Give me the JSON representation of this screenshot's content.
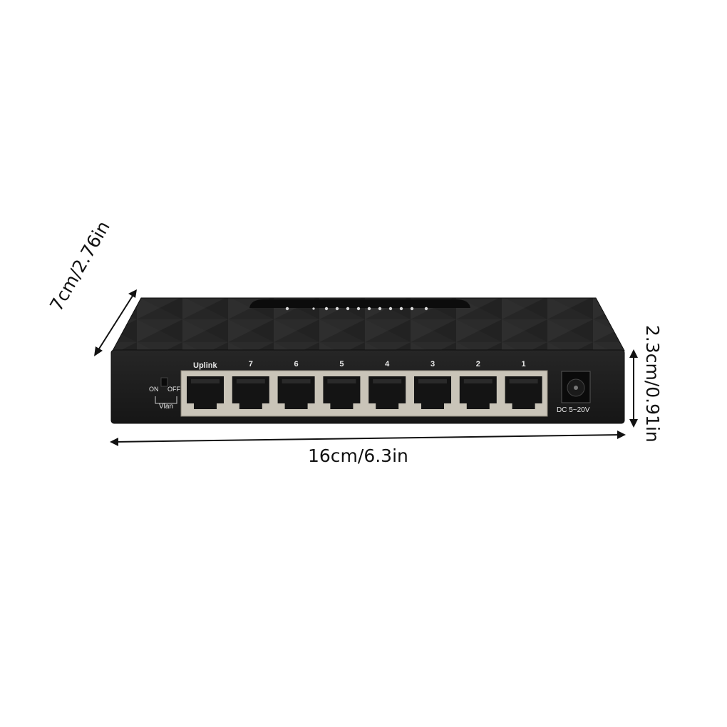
{
  "dimensions": {
    "width_label": "16cm/6.3in",
    "depth_label": "7cm/2.76in",
    "height_label": "2.3cm/0.91in"
  },
  "device": {
    "uplink_label": "Uplink",
    "port_numbers": [
      "7",
      "6",
      "5",
      "4",
      "3",
      "2",
      "1"
    ],
    "switch_on_label": "ON",
    "switch_off_label": "OFF",
    "switch_caption": "Vlan",
    "power_label": "DC 5~20V"
  },
  "colors": {
    "body": "#1e1e1e",
    "top_panel": "#2a2a2a",
    "port_frame": "#c9c4b8",
    "arrow": "#111111"
  }
}
